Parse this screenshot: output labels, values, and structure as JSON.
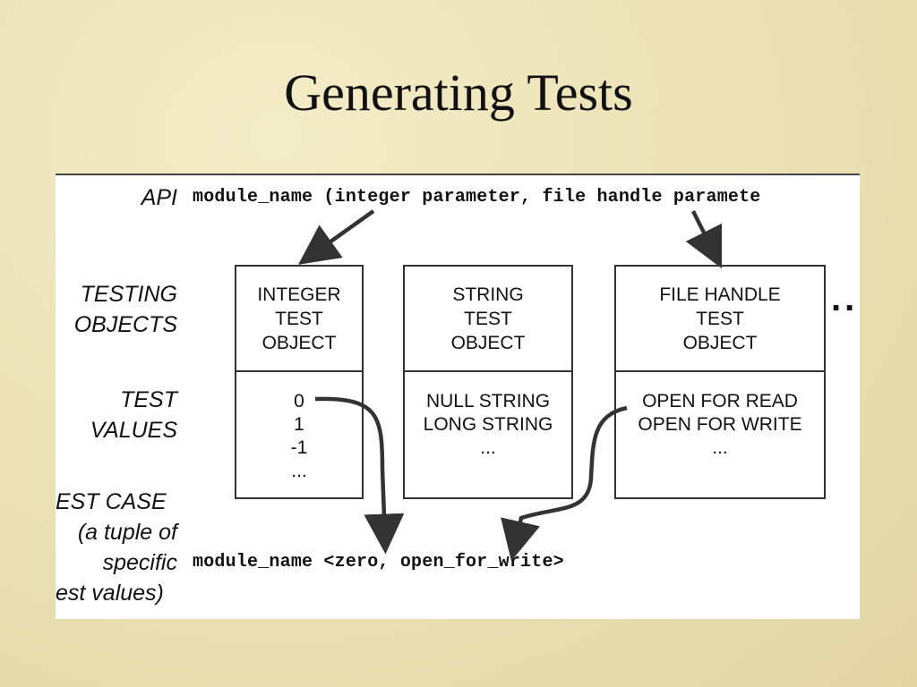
{
  "slide": {
    "title": "Generating Tests"
  },
  "labels": {
    "api": "API",
    "testing_objects": [
      "TESTING",
      "OBJECTS"
    ],
    "test_values": [
      "TEST",
      "VALUES"
    ],
    "test_case": [
      "EST CASE",
      "(a tuple of",
      "specific",
      "est values)"
    ]
  },
  "api_signature": "module_name (integer parameter, file handle paramete",
  "objects": [
    {
      "title": [
        "INTEGER",
        "TEST",
        "OBJECT"
      ],
      "values": [
        "0",
        "1",
        "-1",
        "..."
      ]
    },
    {
      "title": [
        "STRING",
        "TEST",
        "OBJECT"
      ],
      "values": [
        "NULL STRING",
        "LONG STRING",
        "..."
      ]
    },
    {
      "title": [
        "FILE HANDLE",
        "TEST",
        "OBJECT"
      ],
      "values": [
        "OPEN FOR READ",
        "OPEN FOR WRITE",
        "..."
      ]
    }
  ],
  "continuation": "..",
  "test_case_signature": "module_name <zero, open_for_write>"
}
